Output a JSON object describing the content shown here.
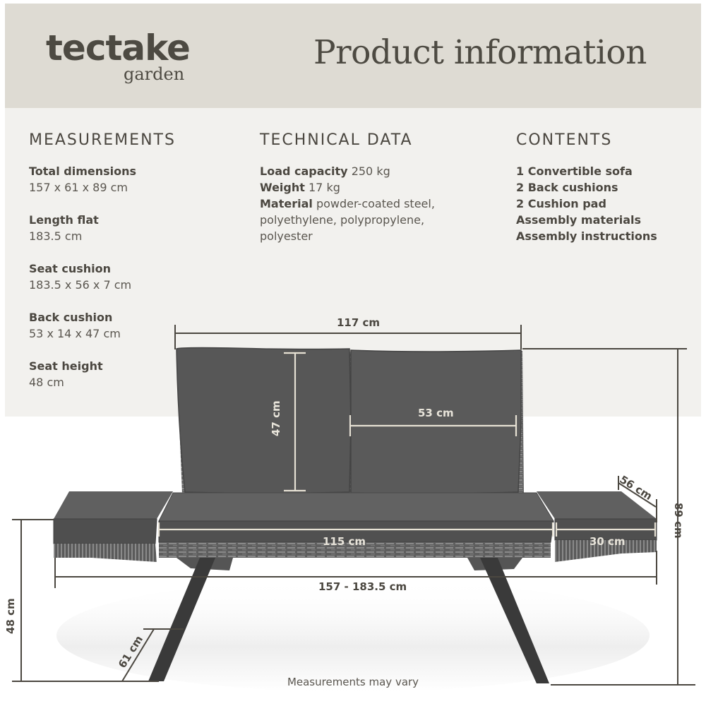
{
  "header": {
    "logo_main": "tectake",
    "logo_sub": "garden",
    "title": "Product information"
  },
  "measurements": {
    "heading": "MEASUREMENTS",
    "items": [
      {
        "label": "Total dimensions",
        "value": "157 x 61 x 89 cm"
      },
      {
        "label": "Length flat",
        "value": "183.5 cm"
      },
      {
        "label": "Seat cushion",
        "value": "183.5 x 56 x 7 cm"
      },
      {
        "label": "Back cushion",
        "value": "53 x 14 x 47 cm"
      },
      {
        "label": "Seat height",
        "value": "48 cm"
      }
    ]
  },
  "technical": {
    "heading": "TECHNICAL DATA",
    "items": [
      {
        "label": "Load capacity",
        "value": "250 kg"
      },
      {
        "label": "Weight",
        "value": "17 kg"
      },
      {
        "label": "Material",
        "value": "powder-coated steel, polyethylene, polypropylene, polyester"
      }
    ]
  },
  "contents": {
    "heading": "CONTENTS",
    "items": [
      "1 Convertible sofa",
      "2 Back cushions",
      "2 Cushion pad",
      "Assembly materials",
      "Assembly instructions"
    ]
  },
  "diagram": {
    "backrest_width": "117 cm",
    "back_cushion_height": "47 cm",
    "back_cushion_width": "53 cm",
    "seat_width": "115 cm",
    "side_depth": "56 cm",
    "side_width": "30 cm",
    "total_length": "157 - 183.5 cm",
    "total_height": "89 cm",
    "seat_height": "48 cm",
    "depth": "61 cm"
  },
  "colors": {
    "header_bg": "#dedbd3",
    "info_bg": "#f2f1ee",
    "text": "#4b4740",
    "cushion": "#595959",
    "frame": "#3a3a3a",
    "wicker": "#6b6b6b"
  },
  "footer": {
    "caption": "Measurements may vary"
  }
}
